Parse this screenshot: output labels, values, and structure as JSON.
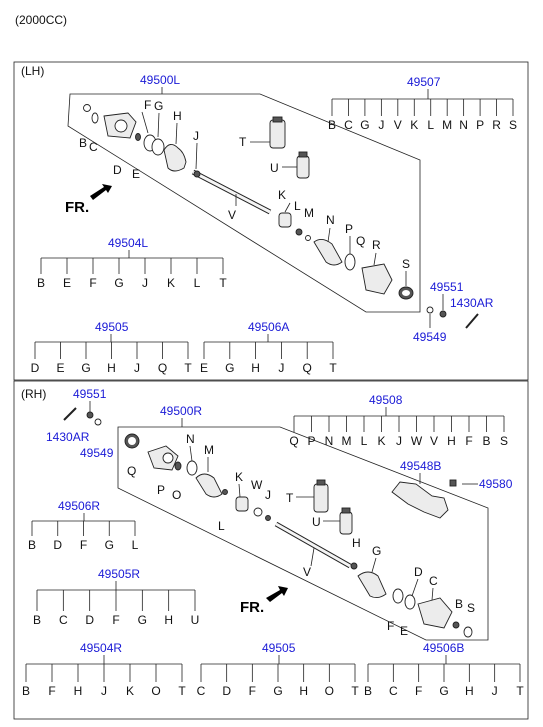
{
  "header": "(2000CC)",
  "lh": {
    "section_label": "(LH)",
    "assembly": "49500L",
    "fr": "FR.",
    "callouts": [
      "B",
      "C",
      "D",
      "E",
      "F",
      "G",
      "H",
      "J",
      "T",
      "U",
      "V",
      "K",
      "L",
      "M",
      "N",
      "P",
      "Q",
      "R",
      "S"
    ],
    "kit_49507": {
      "number": "49507",
      "items": [
        "B",
        "C",
        "G",
        "J",
        "V",
        "K",
        "L",
        "M",
        "N",
        "P",
        "R",
        "S"
      ]
    },
    "kit_49504L": {
      "number": "49504L",
      "items": [
        "B",
        "E",
        "F",
        "G",
        "J",
        "K",
        "L",
        "T"
      ]
    },
    "kit_49505": {
      "number": "49505",
      "items": [
        "D",
        "E",
        "G",
        "H",
        "J",
        "Q",
        "T"
      ]
    },
    "kit_49506A": {
      "number": "49506A",
      "items": [
        "E",
        "G",
        "H",
        "J",
        "Q",
        "T"
      ]
    },
    "p49551": "49551",
    "p1430AR": "1430AR",
    "p49549": "49549"
  },
  "rh": {
    "section_label": "(RH)",
    "assembly": "49500R",
    "fr": "FR.",
    "p49551": "49551",
    "p1430AR": "1430AR",
    "p49549": "49549",
    "callouts": [
      "Q",
      "P",
      "O",
      "N",
      "M",
      "L",
      "K",
      "W",
      "J",
      "T",
      "U",
      "V",
      "H",
      "G",
      "D",
      "C",
      "F",
      "E",
      "B",
      "S"
    ],
    "kit_49508": {
      "number": "49508",
      "items": [
        "Q",
        "P",
        "N",
        "M",
        "L",
        "K",
        "J",
        "W",
        "V",
        "H",
        "F",
        "B",
        "S"
      ]
    },
    "p49548B": "49548B",
    "p49580": "49580",
    "kit_49506R": {
      "number": "49506R",
      "items": [
        "B",
        "D",
        "F",
        "G",
        "L"
      ]
    },
    "kit_49505R": {
      "number": "49505R",
      "items": [
        "B",
        "C",
        "D",
        "F",
        "G",
        "H",
        "U"
      ]
    },
    "kit_49504R": {
      "number": "49504R",
      "items": [
        "B",
        "F",
        "H",
        "J",
        "K",
        "O",
        "T"
      ]
    },
    "kit_49505": {
      "number": "49505",
      "items": [
        "C",
        "D",
        "F",
        "G",
        "H",
        "O",
        "T"
      ]
    },
    "kit_49506B": {
      "number": "49506B",
      "items": [
        "B",
        "C",
        "F",
        "G",
        "H",
        "J",
        "T"
      ]
    }
  }
}
